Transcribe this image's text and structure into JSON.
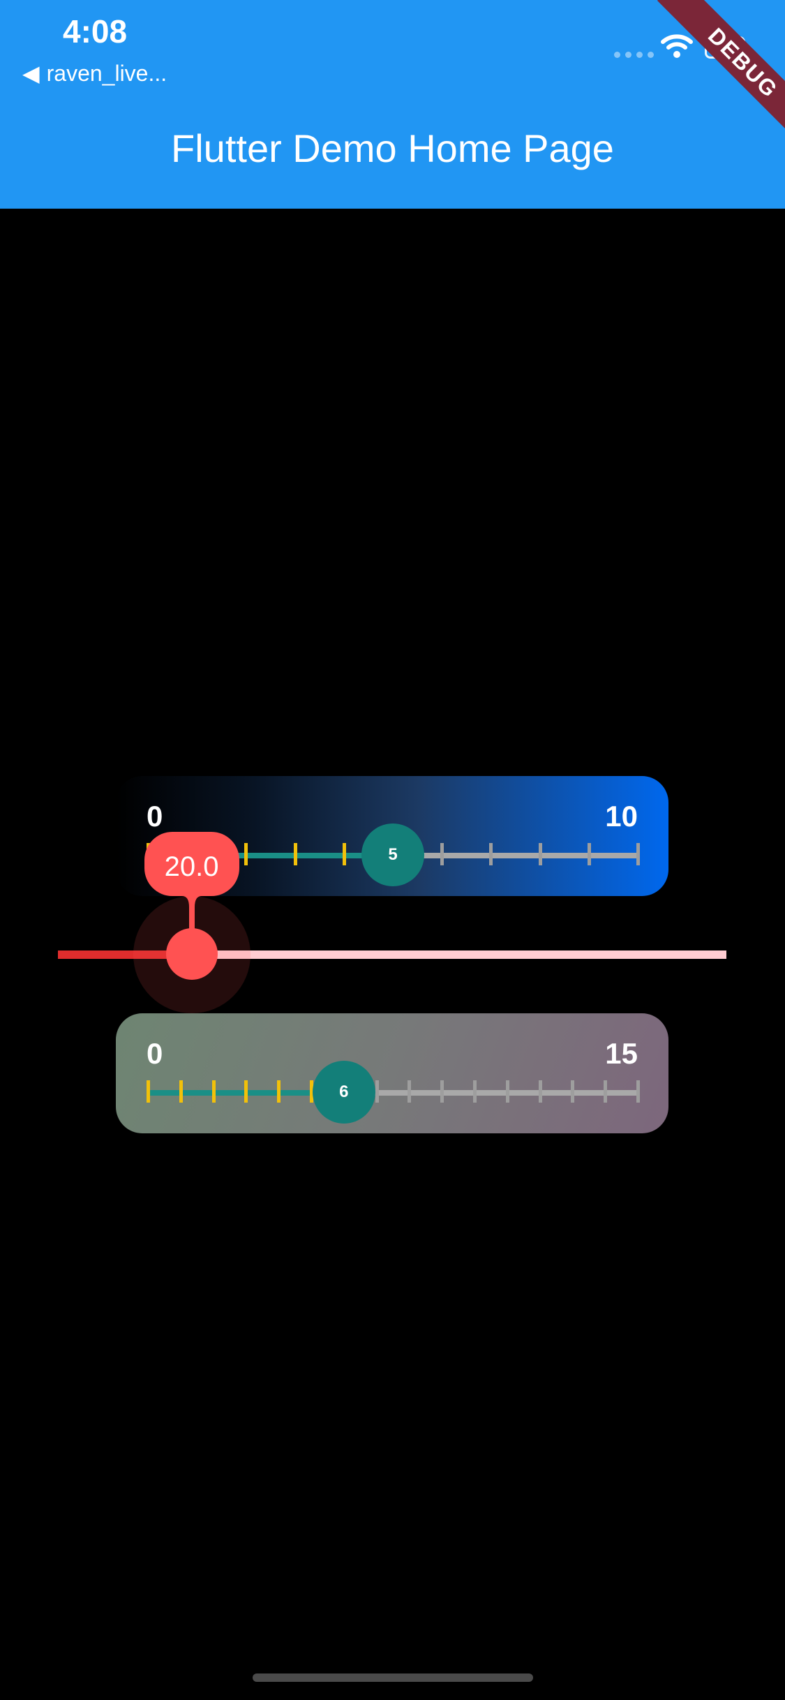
{
  "status_bar": {
    "time": "4:08",
    "back_app": "raven_live..."
  },
  "app_bar": {
    "title": "Flutter Demo Home Page",
    "color": "#2196F3"
  },
  "debug_banner": {
    "label": "DEBUG"
  },
  "slider1": {
    "min_label": "0",
    "max_label": "10",
    "min": 0,
    "max": 10,
    "divisions": 10,
    "value": 5,
    "thumb_label": "5"
  },
  "slider2": {
    "min_label": "0",
    "max_label": "15",
    "min": 0,
    "max": 15,
    "divisions": 15,
    "value": 6,
    "thumb_label": "6"
  },
  "slider3": {
    "value": 20.0,
    "min": 0,
    "max": 100,
    "value_label": "20.0",
    "active_color": "#e02d2d",
    "inactive_color": "#ffcdd2"
  }
}
